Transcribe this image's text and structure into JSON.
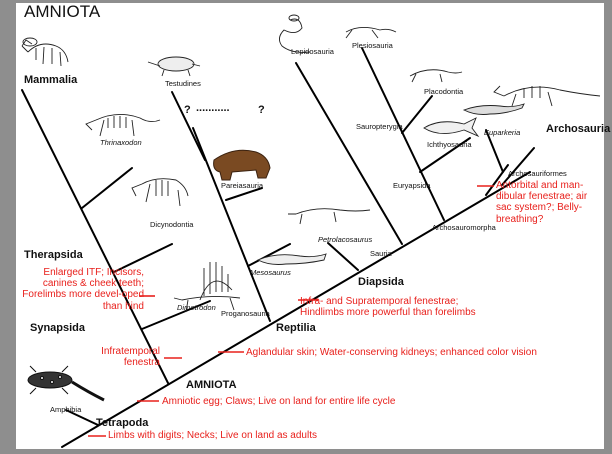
{
  "title": "AMNIOTA",
  "clades": {
    "mammalia": "Mammalia",
    "therapsida": "Therapsida",
    "synapsida": "Synapsida",
    "amniota": "AMNIOTA",
    "tetrapoda": "Tetrapoda",
    "reptilia": "Reptilia",
    "diapsida": "Diapsida",
    "archosauria": "Archosauria"
  },
  "taxa": {
    "testudines": "Testudines",
    "thrinaxodon": "Thrinaxodon",
    "dicynodontia": "Dicynodontia",
    "dimetrodon": "Dimetrodon",
    "amphibia": "Amphibia",
    "lepidosauria": "Lepidosauria",
    "plesiosauria": "Plesiosauria",
    "placodontia": "Placodontia",
    "sauropterygia": "Sauropterygia",
    "ichthyosauria": "Ichthyosauria",
    "euparkeria": "Euparkeria",
    "archosauriformes": "Archosauriformes",
    "euryapsida": "Euryapsida",
    "archosauromorpha": "Archosauromorpha",
    "sauria": "Sauria",
    "petrolacosaurus": "Petrolacosaurus",
    "mesosaurus": "Mesosaurus",
    "pareiasauria": "Pareiasauria",
    "proganosauria": "Proganosauria"
  },
  "unknown_link": {
    "left": "?",
    "dots": "...........",
    "right": "?"
  },
  "traits": {
    "archosauriformes": "Antorbital and man-dibular fenestrae; air sac system?; Belly-breathing?",
    "diapsida": "Infra- and Supratemporal fenestrae; Hindlimbs more powerful than forelimbs",
    "therapsida": "Enlarged ITF; Incisors, canines & cheek teeth; Forelimbs more devel-oped than hind",
    "reptilia": "Aglandular skin; Water-conserving kidneys; enhanced color vision",
    "synapsida": "Infratemporal fenestra",
    "amniota": "Amniotic egg; Claws; Live on land for entire life cycle",
    "tetrapoda": "Limbs with digits; Necks; Live on land as adults"
  },
  "colors": {
    "trait_text": "#e8201c",
    "branch": "#000000",
    "background": "#ffffff",
    "border": "#8e8e8e",
    "pareiasaur": "#7a4a22"
  }
}
